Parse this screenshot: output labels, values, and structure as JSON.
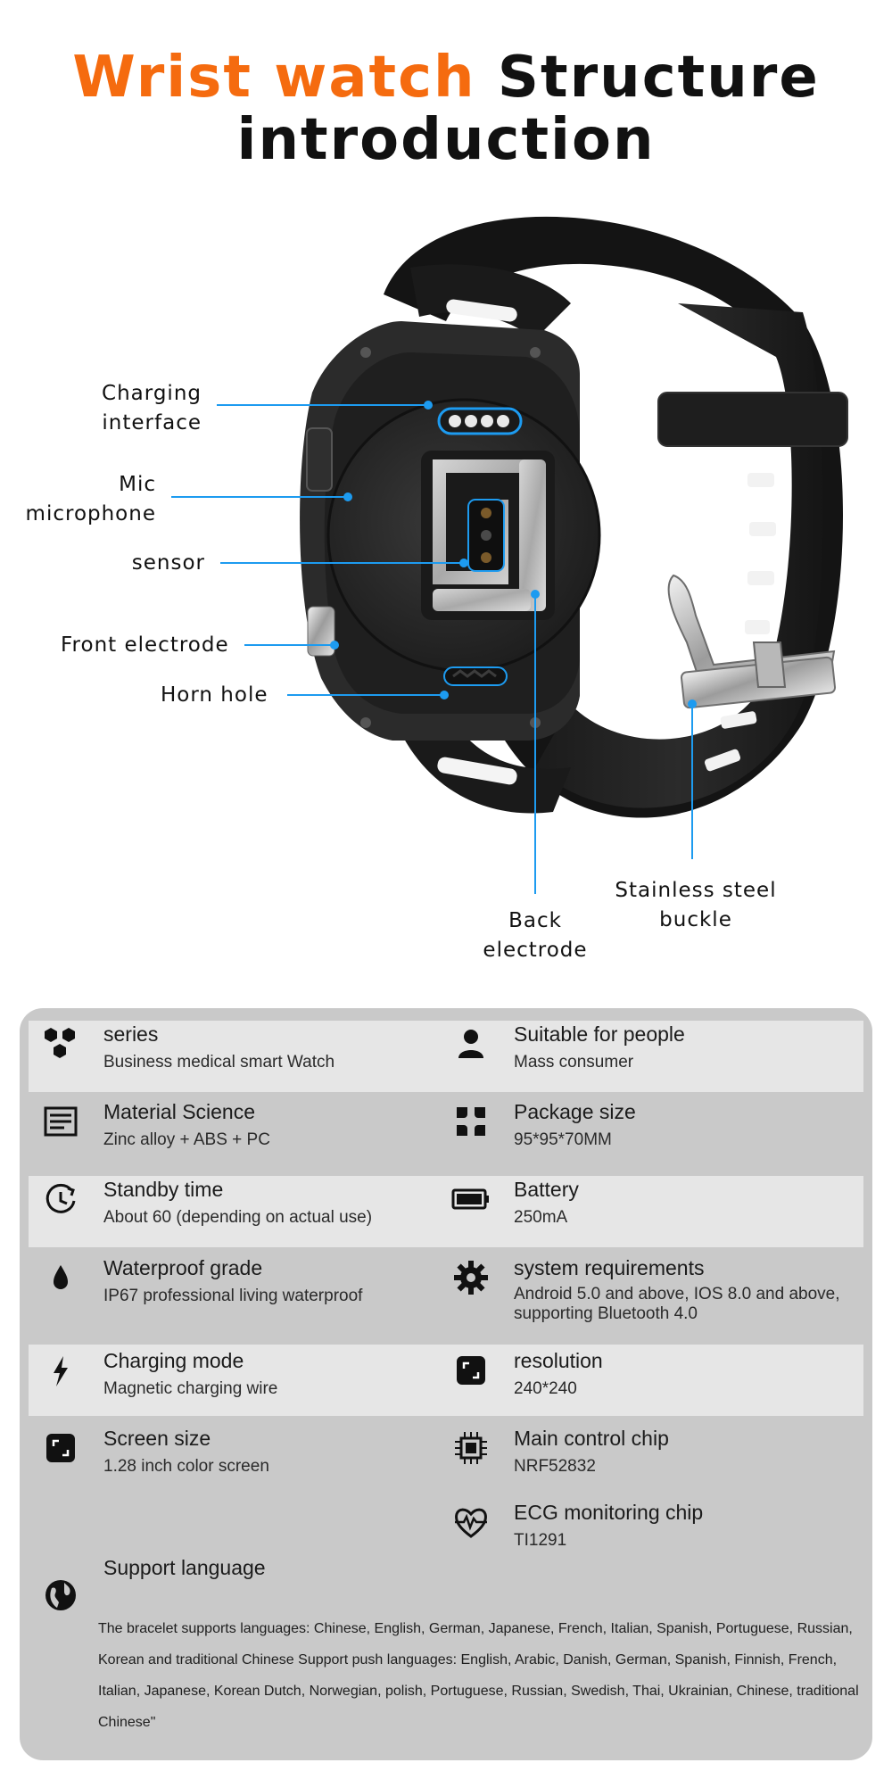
{
  "title": {
    "part1": "Wrist watch",
    "part2": "Structure",
    "line2": "introduction"
  },
  "colors": {
    "accent_orange": "#f56b0f",
    "callout_blue": "#1d9bf0",
    "panel_gray": "#c9c9c9",
    "band_light": "#e6e6e6"
  },
  "callouts": {
    "charging_1": "Charging",
    "charging_2": "interface",
    "mic_1": "Mic",
    "mic_2": "microphone",
    "sensor": "sensor",
    "front_electrode": "Front electrode",
    "horn_hole": "Horn hole",
    "back_1": "Back",
    "back_2": "electrode",
    "buckle_1": "Stainless steel",
    "buckle_2": "buckle"
  },
  "specs": {
    "series": {
      "label": "series",
      "value": "Business medical smart Watch",
      "icon": "hexagons-icon"
    },
    "people": {
      "label": "Suitable for people",
      "value": "Mass consumer",
      "icon": "person-icon"
    },
    "material": {
      "label": "Material Science",
      "value": "Zinc alloy + ABS + PC",
      "icon": "document-icon"
    },
    "package": {
      "label": "Package size",
      "value": "95*95*70MM",
      "icon": "clover-icon"
    },
    "standby": {
      "label": "Standby time",
      "value": "About 60 (depending on actual use)",
      "icon": "clock-icon"
    },
    "battery": {
      "label": "Battery",
      "value": "250mA",
      "icon": "battery-icon"
    },
    "waterproof": {
      "label": "Waterproof grade",
      "value": "IP67 professional living waterproof",
      "icon": "water-drop-icon"
    },
    "system": {
      "label": "system requirements",
      "value": "Android 5.0 and above, IOS 8.0 and above, supporting Bluetooth 4.0",
      "icon": "gear-icon"
    },
    "charging": {
      "label": "Charging mode",
      "value": "Magnetic charging wire",
      "icon": "lightning-icon"
    },
    "resolution": {
      "label": "resolution",
      "value": "240*240",
      "icon": "screen-corners-icon"
    },
    "screen": {
      "label": "Screen size",
      "value": "1.28 inch color screen",
      "icon": "screen-icon"
    },
    "chip": {
      "label": "Main control chip",
      "value": "NRF52832",
      "icon": "chip-icon"
    },
    "ecg": {
      "label": "ECG monitoring chip",
      "value": "TI1291",
      "icon": "heart-pulse-icon"
    },
    "language": {
      "label": "Support language",
      "icon": "globe-icon",
      "value": "The bracelet supports languages: Chinese, English, German, Japanese, French, Italian, Spanish, Portuguese, Russian, Korean and traditional Chinese Support push languages: English, Arabic, Danish, German, Spanish, Finnish, French, Italian, Japanese, Korean Dutch, Norwegian, polish, Portuguese, Russian, Swedish, Thai, Ukrainian, Chinese, traditional Chinese\""
    }
  }
}
